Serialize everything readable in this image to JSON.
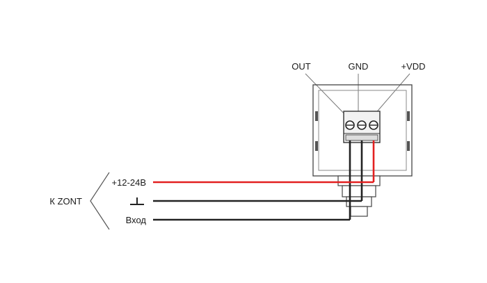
{
  "terminals": {
    "out": "OUT",
    "gnd": "GND",
    "vdd": "+VDD"
  },
  "connector": {
    "label": "К ZONT"
  },
  "lines": {
    "power": "+12-24В",
    "input": "Вход",
    "ground_icon": "ground-symbol"
  },
  "colors": {
    "power_wire": "#e32020",
    "signal_wire": "#222222",
    "device_outline": "#444444",
    "text": "#1a1a1a"
  }
}
